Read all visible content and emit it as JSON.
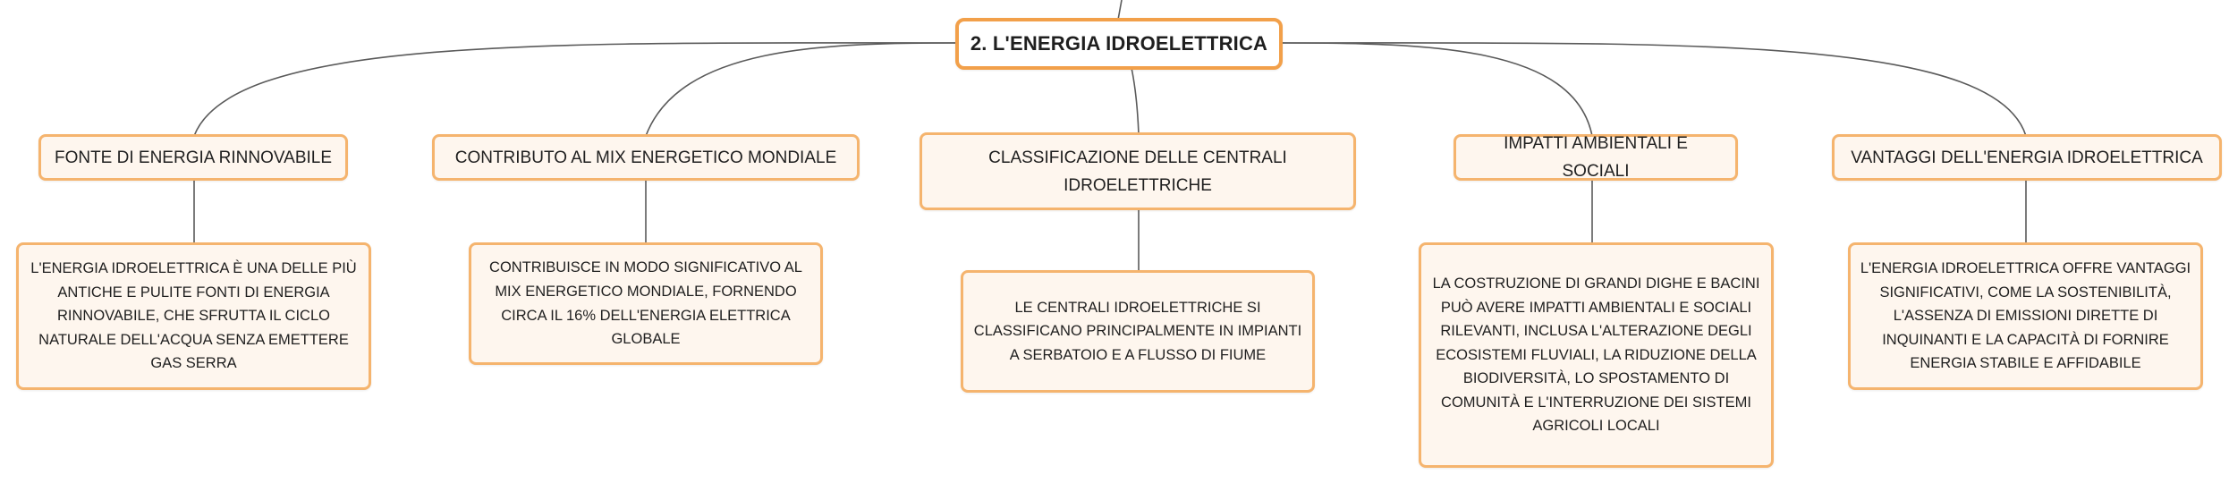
{
  "root": {
    "label": "2. L'ENERGIA IDROELETTRICA"
  },
  "topics": [
    {
      "label": "FONTE DI ENERGIA RINNOVABILE",
      "detail": "L'ENERGIA IDROELETTRICA È UNA DELLE PIÙ ANTICHE E PULITE FONTI DI ENERGIA RINNOVABILE, CHE SFRUTTA IL CICLO NATURALE DELL'ACQUA SENZA EMETTERE GAS SERRA"
    },
    {
      "label": "CONTRIBUTO AL MIX ENERGETICO MONDIALE",
      "detail": "CONTRIBUISCE IN MODO SIGNIFICATIVO AL MIX ENERGETICO MONDIALE, FORNENDO CIRCA IL 16% DELL'ENERGIA ELETTRICA GLOBALE"
    },
    {
      "label": "CLASSIFICAZIONE DELLE CENTRALI IDROELETTRICHE",
      "detail": "LE CENTRALI IDROELETTRICHE SI CLASSIFICANO PRINCIPALMENTE IN IMPIANTI A SERBATOIO E A FLUSSO DI FIUME"
    },
    {
      "label": "IMPATTI AMBIENTALI E SOCIALI",
      "detail": "LA COSTRUZIONE DI GRANDI DIGHE E BACINI PUÒ AVERE IMPATTI AMBIENTALI E SOCIALI RILEVANTI, INCLUSA L'ALTERAZIONE DEGLI ECOSISTEMI FLUVIALI, LA RIDUZIONE DELLA BIODIVERSITÀ, LO SPOSTAMENTO DI COMUNITÀ E L'INTERRUZIONE DEI SISTEMI AGRICOLI LOCALI"
    },
    {
      "label": "VANTAGGI DELL'ENERGIA IDROELETTRICA",
      "detail": "L'ENERGIA IDROELETTRICA OFFRE VANTAGGI SIGNIFICATIVI, COME LA SOSTENIBILITÀ, L'ASSENZA DI EMISSIONI DIRETTE DI INQUINANTI E LA CAPACITÀ DI FORNIRE ENERGIA STABILE E AFFIDABILE"
    }
  ]
}
